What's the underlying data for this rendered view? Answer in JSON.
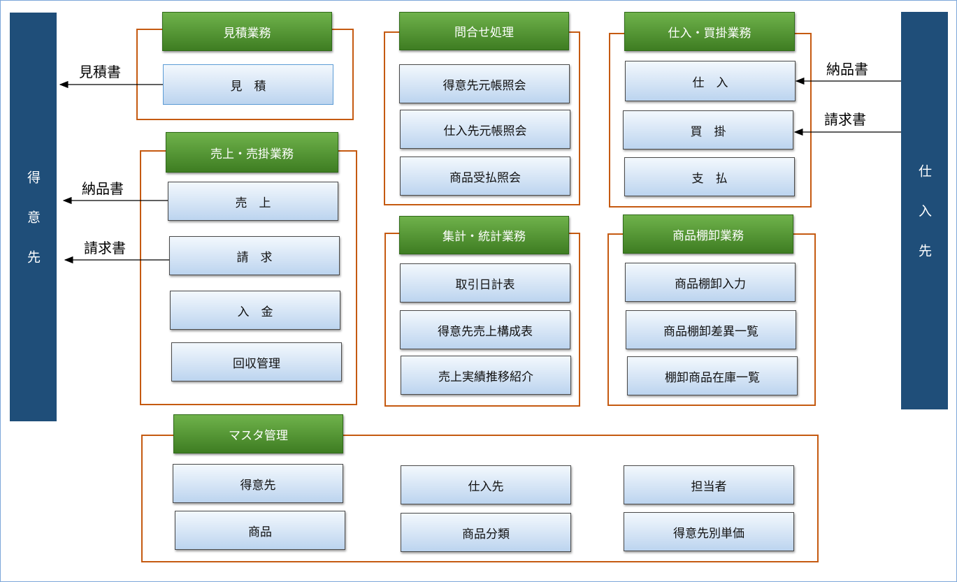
{
  "customer_label": "得意先",
  "supplier_label": "仕入先",
  "groups": {
    "estimate": {
      "title": "見積業務",
      "items": [
        "見　積"
      ]
    },
    "sales": {
      "title": "売上・売掛業務",
      "items": [
        "売　上",
        "請　求",
        "入　金",
        "回収管理"
      ]
    },
    "inquiry": {
      "title": "問合せ処理",
      "items": [
        "得意先元帳照会",
        "仕入先元帳照会",
        "商品受払照会"
      ]
    },
    "stats": {
      "title": "集計・統計業務",
      "items": [
        "取引日計表",
        "得意先売上構成表",
        "売上実績推移紹介"
      ]
    },
    "purchase": {
      "title": "仕入・買掛業務",
      "items": [
        "仕　入",
        "買　掛",
        "支　払"
      ]
    },
    "inventory": {
      "title": "商品棚卸業務",
      "items": [
        "商品棚卸入力",
        "商品棚卸差異一覧",
        "棚卸商品在庫一覧"
      ]
    },
    "master": {
      "title": "マスタ管理",
      "items": [
        "得意先",
        "商品",
        "仕入先",
        "商品分類",
        "担当者",
        "得意先別単価"
      ]
    }
  },
  "documents": {
    "quote": "見積書",
    "sales_delivery": "納品書",
    "sales_invoice": "請求書",
    "purchase_delivery": "納品書",
    "purchase_invoice": "請求書"
  }
}
